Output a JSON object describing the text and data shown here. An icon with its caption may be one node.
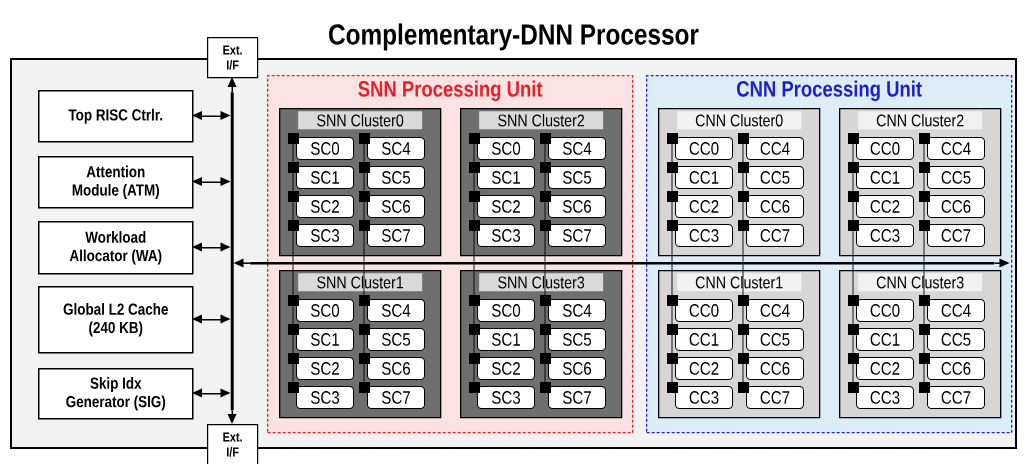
{
  "diagram": {
    "nodes": [
      {
        "text": [
          "Complementary-DNN Processor"
        ]
      },
      {
        "text": [
          "Ext. I/F"
        ]
      },
      {
        "text": [
          "Top RISC Ctrlr."
        ],
        "in": 0
      },
      {
        "text": [
          "Attention Module (ATM)"
        ],
        "in": 0
      },
      {
        "text": [
          "Workload Allocator (WA)"
        ],
        "in": 0
      },
      {
        "text": [
          "Global L2 Cache (240 KB)"
        ],
        "in": 0
      },
      {
        "text": [
          "Skip Idx Generator (SIG)"
        ],
        "in": 0
      },
      {
        "text": [
          "Ext. I/F"
        ]
      },
      {
        "text": [
          "SNN Processing Unit"
        ],
        "in": 0
      },
      {
        "text": [
          "SNN Cluster0"
        ],
        "in": 8
      },
      {
        "text": [
          "SC0"
        ],
        "in": 9
      },
      {
        "text": [
          "SC4"
        ],
        "in": 9
      },
      {
        "text": [
          "SC1"
        ],
        "in": 9
      },
      {
        "text": [
          "SC5"
        ],
        "in": 9
      },
      {
        "text": [
          "SC2"
        ],
        "in": 9
      },
      {
        "text": [
          "SC6"
        ],
        "in": 9
      },
      {
        "text": [
          "SC3"
        ],
        "in": 9
      },
      {
        "text": [
          "SC7"
        ],
        "in": 9
      },
      {
        "text": [
          "SNN Cluster2"
        ],
        "in": 8
      },
      {
        "text": [
          "SC0"
        ],
        "in": 18
      },
      {
        "text": [
          "SC4"
        ],
        "in": 18
      },
      {
        "text": [
          "SC1"
        ],
        "in": 18
      },
      {
        "text": [
          "SC5"
        ],
        "in": 18
      },
      {
        "text": [
          "SC2"
        ],
        "in": 18
      },
      {
        "text": [
          "SC6"
        ],
        "in": 18
      },
      {
        "text": [
          "SC3"
        ],
        "in": 18
      },
      {
        "text": [
          "SC7"
        ],
        "in": 18
      },
      {
        "text": [
          "SNN Cluster1"
        ],
        "in": 8
      },
      {
        "text": [
          "SC0"
        ],
        "in": 27
      },
      {
        "text": [
          "SC4"
        ],
        "in": 27
      },
      {
        "text": [
          "SC1"
        ],
        "in": 27
      },
      {
        "text": [
          "SC5"
        ],
        "in": 27
      },
      {
        "text": [
          "SC2"
        ],
        "in": 27
      },
      {
        "text": [
          "SC6"
        ],
        "in": 27
      },
      {
        "text": [
          "SC3"
        ],
        "in": 27
      },
      {
        "text": [
          "SC7"
        ],
        "in": 27
      },
      {
        "text": [
          "SNN Cluster3"
        ],
        "in": 8
      },
      {
        "text": [
          "SC0"
        ],
        "in": 36
      },
      {
        "text": [
          "SC4"
        ],
        "in": 36
      },
      {
        "text": [
          "SC1"
        ],
        "in": 36
      },
      {
        "text": [
          "SC5"
        ],
        "in": 36
      },
      {
        "text": [
          "SC2"
        ],
        "in": 36
      },
      {
        "text": [
          "SC6"
        ],
        "in": 36
      },
      {
        "text": [
          "SC3"
        ],
        "in": 36
      },
      {
        "text": [
          "SC7"
        ],
        "in": 36
      },
      {
        "text": [
          "CNN Processing Unit"
        ],
        "in": 0
      },
      {
        "text": [
          "CNN Cluster0"
        ],
        "in": 45
      },
      {
        "text": [
          "CC0"
        ],
        "in": 46
      },
      {
        "text": [
          "CC4"
        ],
        "in": 46
      },
      {
        "text": [
          "CC1"
        ],
        "in": 46
      },
      {
        "text": [
          "CC5"
        ],
        "in": 46
      },
      {
        "text": [
          "CC2"
        ],
        "in": 46
      },
      {
        "text": [
          "CC6"
        ],
        "in": 46
      },
      {
        "text": [
          "CC3"
        ],
        "in": 46
      },
      {
        "text": [
          "CC7"
        ],
        "in": 46
      },
      {
        "text": [
          "CNN Cluster2"
        ],
        "in": 45
      },
      {
        "text": [
          "CC0"
        ],
        "in": 55
      },
      {
        "text": [
          "CC4"
        ],
        "in": 55
      },
      {
        "text": [
          "CC1"
        ],
        "in": 55
      },
      {
        "text": [
          "CC5"
        ],
        "in": 55
      },
      {
        "text": [
          "CC2"
        ],
        "in": 55
      },
      {
        "text": [
          "CC6"
        ],
        "in": 55
      },
      {
        "text": [
          "CC3"
        ],
        "in": 55
      },
      {
        "text": [
          "CC7"
        ],
        "in": 55
      },
      {
        "text": [
          "CNN Cluster1"
        ],
        "in": 45
      },
      {
        "text": [
          "CC0"
        ],
        "in": 64
      },
      {
        "text": [
          "CC4"
        ],
        "in": 64
      },
      {
        "text": [
          "CC1"
        ],
        "in": 64
      },
      {
        "text": [
          "CC5"
        ],
        "in": 64
      },
      {
        "text": [
          "CC2"
        ],
        "in": 64
      },
      {
        "text": [
          "CC6"
        ],
        "in": 64
      },
      {
        "text": [
          "CC3"
        ],
        "in": 64
      },
      {
        "text": [
          "CC7"
        ],
        "in": 64
      },
      {
        "text": [
          "CNN Cluster3"
        ],
        "in": 45
      },
      {
        "text": [
          "CC0"
        ],
        "in": 73
      },
      {
        "text": [
          "CC4"
        ],
        "in": 73
      },
      {
        "text": [
          "CC1"
        ],
        "in": 73
      },
      {
        "text": [
          "CC5"
        ],
        "in": 73
      },
      {
        "text": [
          "CC2"
        ],
        "in": 73
      },
      {
        "text": [
          "CC6"
        ],
        "in": 73
      },
      {
        "text": [
          "CC3"
        ],
        "in": 73
      },
      {
        "text": [
          "CC7"
        ],
        "in": 73
      },
      {
        "text": [],
        "shape": "bar",
        "in": 0
      },
      {
        "text": [],
        "shape": "bar",
        "in": 0
      }
    ],
    "edges": [
      {
        "from": 82,
        "to": 1,
        "arrow": "to"
      },
      {
        "from": 82,
        "to": 7,
        "arrow": "to"
      },
      {
        "from": 2,
        "to": 82,
        "arrow": "both"
      },
      {
        "from": 3,
        "to": 82,
        "arrow": "both"
      },
      {
        "from": 4,
        "to": 82,
        "arrow": "both"
      },
      {
        "from": 5,
        "to": 82,
        "arrow": "both"
      },
      {
        "from": 6,
        "to": 82,
        "arrow": "both"
      },
      {
        "from": 83,
        "to": 82,
        "arrow": "to"
      },
      {
        "from": 83,
        "to": 45,
        "arrow": "to"
      },
      {
        "from": 9,
        "to": 83,
        "arrow": "none"
      },
      {
        "from": 9,
        "to": 83,
        "arrow": "none"
      },
      {
        "from": 18,
        "to": 83,
        "arrow": "none"
      },
      {
        "from": 18,
        "to": 83,
        "arrow": "none"
      },
      {
        "from": 27,
        "to": 83,
        "arrow": "none"
      },
      {
        "from": 27,
        "to": 83,
        "arrow": "none"
      },
      {
        "from": 36,
        "to": 83,
        "arrow": "none"
      },
      {
        "from": 36,
        "to": 83,
        "arrow": "none"
      },
      {
        "from": 46,
        "to": 83,
        "arrow": "none"
      },
      {
        "from": 46,
        "to": 83,
        "arrow": "none"
      },
      {
        "from": 55,
        "to": 83,
        "arrow": "none"
      },
      {
        "from": 55,
        "to": 83,
        "arrow": "none"
      },
      {
        "from": 64,
        "to": 83,
        "arrow": "none"
      },
      {
        "from": 64,
        "to": 83,
        "arrow": "none"
      },
      {
        "from": 73,
        "to": 83,
        "arrow": "none"
      },
      {
        "from": 73,
        "to": 83,
        "arrow": "none"
      }
    ]
  }
}
